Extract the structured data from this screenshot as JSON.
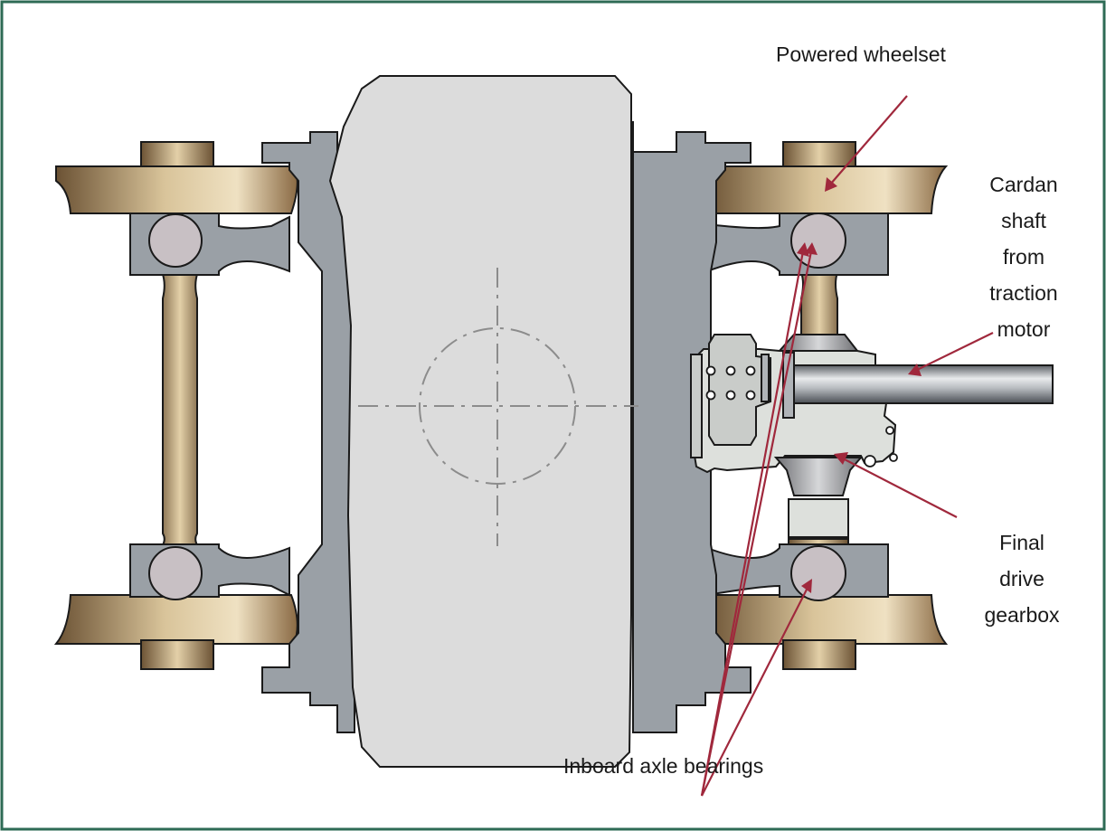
{
  "colors": {
    "frame_border": "#2e6b55",
    "frame_steel": "#9aa0a6",
    "bolster": "#dcdcdc",
    "bronze_dark": "#6b5234",
    "bronze_light": "#e8d6b4",
    "bearing_cap": "#c8c0c4",
    "gearbox": "#dde0dc",
    "leader": "#a0283c",
    "centerline": "#8c8c8c"
  },
  "labels": {
    "powered_wheelset": "Powered wheelset",
    "cardan_shaft": [
      "Cardan",
      "shaft",
      "from",
      "traction",
      "motor"
    ],
    "final_drive": [
      "Final",
      "drive",
      "gearbox"
    ],
    "inboard_bearings": "Inboard axle bearings"
  }
}
